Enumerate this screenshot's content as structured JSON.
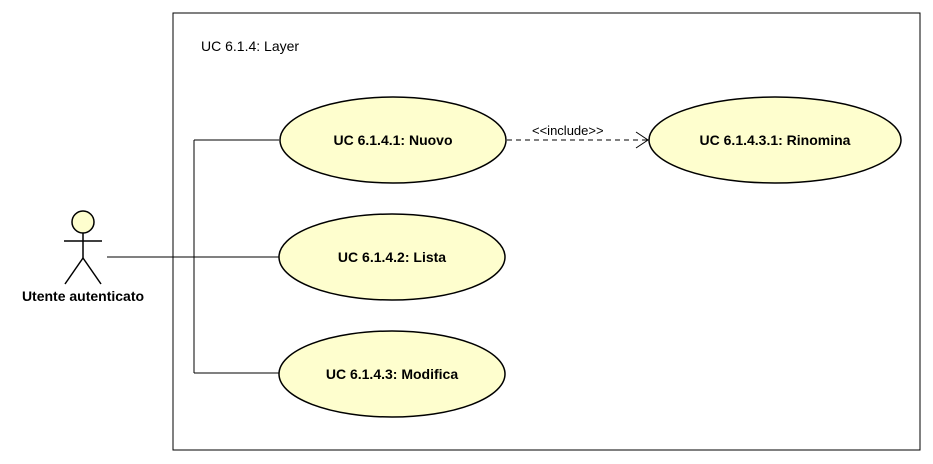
{
  "system": {
    "title": "UC 6.1.4: Layer"
  },
  "actor": {
    "label": "Utente autenticato"
  },
  "use_cases": {
    "nuovo": "UC 6.1.4.1: Nuovo",
    "lista": "UC 6.1.4.2: Lista",
    "modifica": "UC 6.1.4.3: Modifica",
    "rinomina": "UC 6.1.4.3.1: Rinomina"
  },
  "relations": {
    "include_label": "<<include>>"
  },
  "colors": {
    "use_case_fill": "#FEFECE",
    "stroke": "#000000",
    "background": "#FFFFFF"
  }
}
